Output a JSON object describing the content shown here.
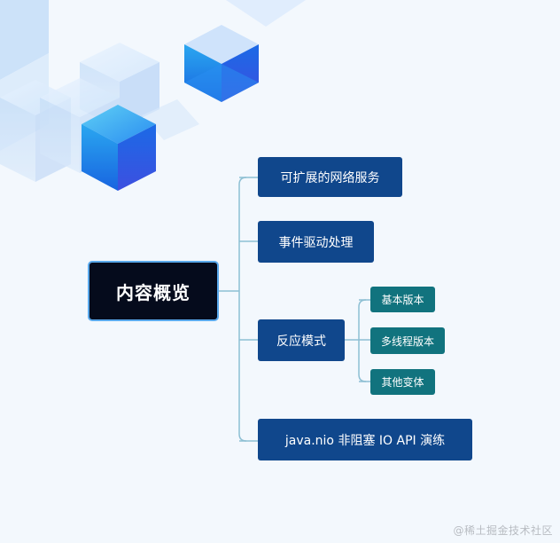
{
  "mindmap": {
    "root": "内容概览",
    "branches": [
      {
        "label": "可扩展的网络服务"
      },
      {
        "label": "事件驱动处理"
      },
      {
        "label": "反应模式",
        "children": [
          "基本版本",
          "多线程版本",
          "其他变体"
        ]
      },
      {
        "label": "java.nio 非阻塞 IO API 演练"
      }
    ]
  },
  "watermark": "@稀土掘金技术社区",
  "colors": {
    "background": "#f3f8fd",
    "root_fill": "#050b1c",
    "root_border": "#5aa9ec",
    "branch_fill": "#10478c",
    "sub_branch_fill": "#11737e",
    "connector": "#8dbfd3"
  }
}
